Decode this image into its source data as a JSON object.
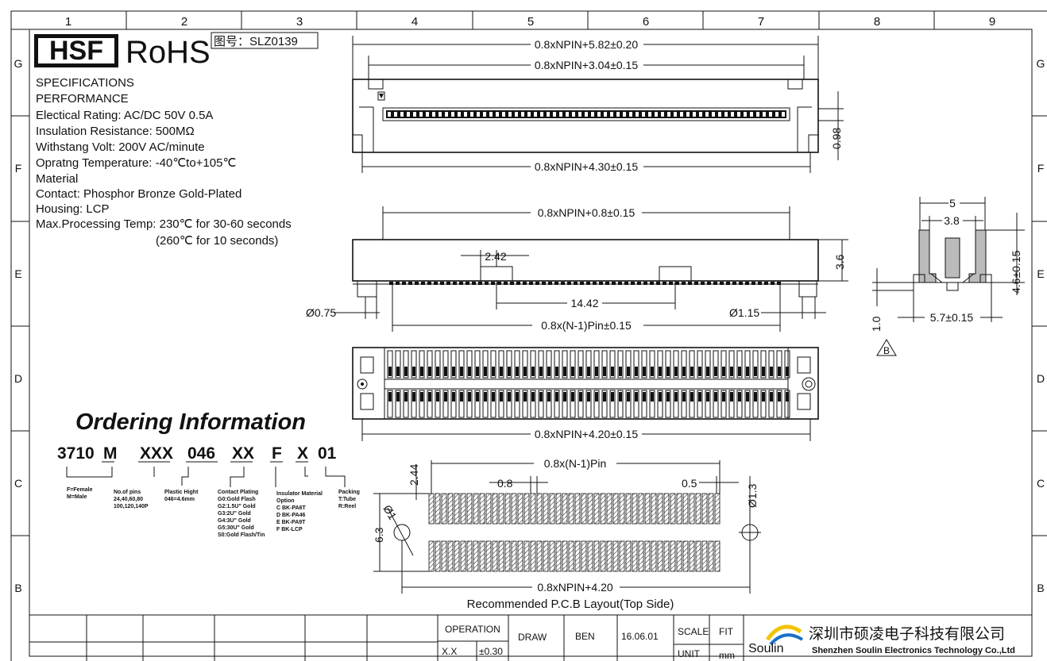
{
  "title_block": {
    "logo_hsf": "HSF",
    "logo_rohs": "RoHS",
    "drawing_no": "图号：SLZ0139"
  },
  "frame": {
    "col_labels": [
      "1",
      "2",
      "3",
      "4",
      "5",
      "6",
      "7",
      "8",
      "9"
    ],
    "row_labels": [
      "G",
      "F",
      "E",
      "D",
      "C",
      "B"
    ]
  },
  "specifications": [
    "SPECIFICATIONS",
    "PERFORMANCE",
    "Electical Rating: AC/DC 50V 0.5A",
    "Insulation Resistance:   500MΩ",
    "Withstang Volt: 200V AC/minute",
    "Opratng Temperature: -40℃to+105℃",
    "Material",
    "Contact: Phosphor Bronze Gold-Plated",
    "Housing: LCP",
    "Max.Processing Temp: 230℃ for 30-60 seconds",
    "(260℃ for 10 seconds)"
  ],
  "dimensions": {
    "top_overall": "0.8xNPIN+5.82±0.20",
    "top_inner": "0.8xNPIN+3.04±0.15",
    "top_bottom": "0.8xNPIN+4.30±0.15",
    "top_side": "0.98",
    "front_top": "0.8xNPIN+0.8±0.15",
    "front_height": "3.6",
    "front_boss": "2.42",
    "front_mid": "14.42",
    "front_pin_left": "Ø0.75",
    "front_pin_right": "Ø1.15",
    "front_pitch": "0.8x(N-1)Pin±0.15",
    "bottom_overall": "0.8xNPIN+4.20±0.15",
    "side_width": "5",
    "side_inner": "3.8",
    "side_height": "4.6±0.15",
    "side_foot": "5.7±0.15",
    "side_stand": "1.0",
    "side_datum": "B",
    "pcb_pitch": "0.8x(N-1)Pin",
    "pcb_08": "0.8",
    "pcb_05": "0.5",
    "pcb_244": "2.44",
    "pcb_63": "6.3",
    "pcb_d1": "Ø1",
    "pcb_d13": "Ø1.3",
    "pcb_overall": "0.8xNPIN+4.20",
    "pcb_caption": "Recommended P.C.B Layout(Top Side)"
  },
  "ordering": {
    "title": "Ordering Information",
    "code": [
      "3710",
      "M",
      "XXX",
      "046",
      "XX",
      "F",
      "X",
      "01"
    ],
    "legend_gender": [
      "F=Female",
      "M=Male"
    ],
    "legend_pins": [
      "No.of pins",
      "24,40,60,80",
      "100,120,140P"
    ],
    "legend_height": [
      "Plastic Hight",
      "046=4.6mm"
    ],
    "legend_plating": [
      "Contact Plating",
      "G0:Gold Flash",
      "G2:1.5U\" Gold",
      "G3:2U\" Gold",
      "G4:3U\" Gold",
      "G5:30U\" Gold",
      "S0:Gold Flash/Tin"
    ],
    "legend_material": [
      "Insulator Material",
      "Option",
      "C  BK-PA6T",
      "D  BK-PA46",
      "E  BK-PA9T",
      "F  BK-LCP"
    ],
    "legend_packing": [
      "Packing",
      "T:Tube",
      "R:Reel"
    ]
  },
  "title_table": {
    "operation": "OPERATION",
    "tolerance_label": "X.X",
    "tolerance_value": "±0.30",
    "draw": "DRAW",
    "drawer": "BEN",
    "date": "16.06.01",
    "scale": "SCALE",
    "fit": "FIT",
    "unit": "UNIT",
    "mm": "mm",
    "company_cn": "深圳市硕凌电子科技有限公司",
    "company_en": "Shenzhen Soulin Electronics Technology Co.,Ltd",
    "brand": "Soulin"
  }
}
